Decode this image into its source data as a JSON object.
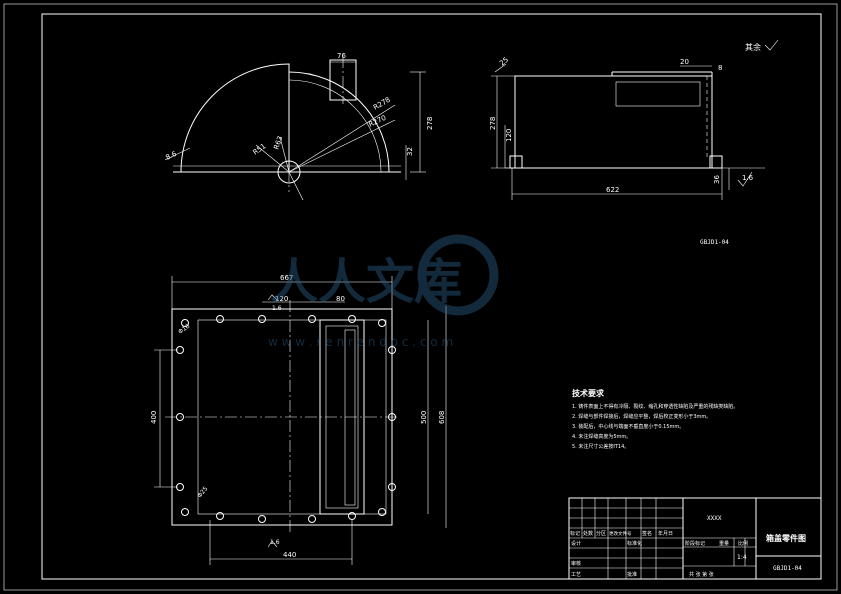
{
  "top_left_view": {
    "dim_top": "76",
    "dim_height": "278",
    "dim_r278": "R278",
    "dim_r270": "R270",
    "dim_r51": "R51",
    "dim_r63": "R63",
    "dim_left": "8.6",
    "dim_small": "32"
  },
  "top_right_view": {
    "finish_mark": "其余",
    "dim_corner": "25",
    "dim_top": "20",
    "dim_top2": "8",
    "dim_height": "278",
    "dim_inner": "120",
    "dim_width": "622",
    "dim_right": "36",
    "roughness": "1.6"
  },
  "part_code": "GBJD1-04",
  "plan_view": {
    "dim_overall": "667",
    "dim_120": "120",
    "dim_80": "80",
    "roughness_top": "1.6",
    "dim_corner_top": "Φ16",
    "dim_corner_bot": "Φ25",
    "dim_left": "400",
    "dim_right_inner": "500",
    "dim_right_outer": "608",
    "dim_bottom": "440",
    "roughness_bot": "1.6"
  },
  "watermark": {
    "text": "人人文库",
    "url": "w w w . r e n r e n d o c . c o m"
  },
  "tech_requirements": {
    "title": "技术要求",
    "items": [
      "1. 铸件表面上不得有冷隔、裂纹、缩孔和穿透性缺陷及严重的残缺类缺陷。",
      "2. 焊缝与部件焊接后，焊缝应平整，焊后校正变形小于3mm。",
      "3. 装配后，中心线与端面不垂直度小于0.15mm。",
      "4. 未注焊缝高度为5mm。",
      "5. 未注尺寸公差按IT14。"
    ]
  },
  "title_block": {
    "drawing_name": "箱盖零件图",
    "drawing_code": "GBJD1-04",
    "school": "XXXX",
    "scale": "1:4",
    "header_row": [
      "标记",
      "处数",
      "分区",
      "更改文件号",
      "签名",
      "年月日"
    ],
    "rows": [
      "设计",
      "审核",
      "工艺"
    ],
    "standardize": "标准化",
    "approve": "批准",
    "stage_labels": [
      "阶段标记",
      "重量",
      "比例"
    ],
    "sheet_info": "共 张 第 张"
  }
}
